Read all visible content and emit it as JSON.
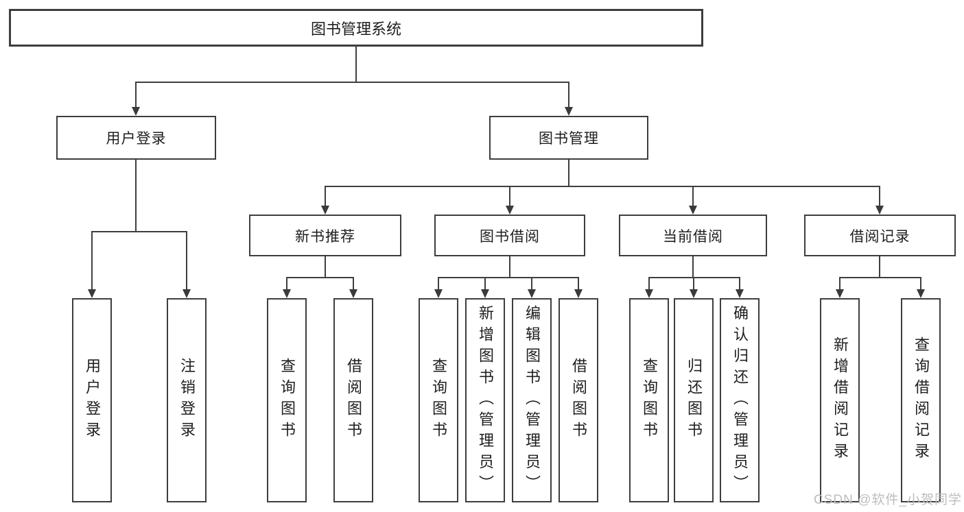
{
  "tree": {
    "root": "图书管理系统",
    "level1": [
      {
        "label": "用户登录",
        "children": [
          "用户登录",
          "注销登录"
        ]
      },
      {
        "label": "图书管理",
        "children": [
          {
            "label": "新书推荐",
            "children": [
              "查询图书",
              "借阅图书"
            ]
          },
          {
            "label": "图书借阅",
            "children": [
              "查询图书",
              "新增图书（管理员）",
              "编辑图书（管理员）",
              "借阅图书"
            ]
          },
          {
            "label": "当前借阅",
            "children": [
              "查询图书",
              "归还图书",
              "确认归还（管理员）"
            ]
          },
          {
            "label": "借阅记录",
            "children": [
              "新增借阅记录",
              "查询借阅记录"
            ]
          }
        ]
      }
    ]
  },
  "watermark": {
    "text": "CSDN @软件_小贺同学"
  },
  "colors": {
    "line": "#3e3e3e",
    "box_border": "#3d3d3d",
    "text": "#1e1e1e",
    "watermark": "#bdbdbd",
    "background": "#ffffff"
  }
}
